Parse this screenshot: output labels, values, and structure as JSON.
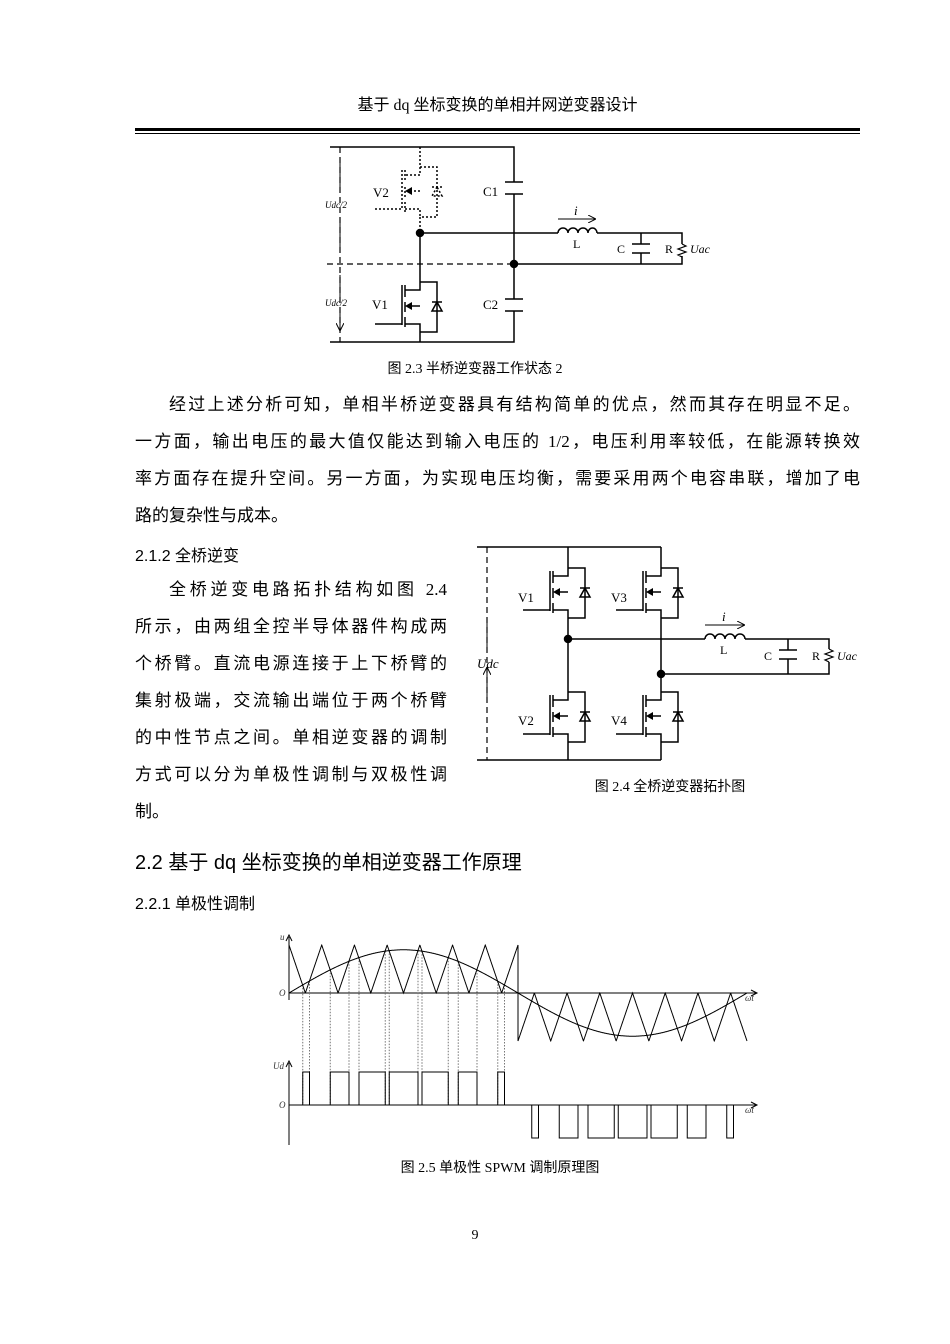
{
  "header": {
    "title": "基于 dq 坐标变换的单相并网逆变器设计"
  },
  "figure_2_3": {
    "caption": "图 2.3  半桥逆变器工作状态 2",
    "labels": {
      "v2": "V2",
      "v1": "V1",
      "c1": "C1",
      "c2": "C2",
      "udc_half_top": "Udc/2",
      "udc_half_bottom": "Udc/2",
      "i": "i",
      "l": "L",
      "c": "C",
      "r": "R",
      "uac": "Uac"
    }
  },
  "paragraph1": {
    "lines": [
      "经过上述分析可知，单相半桥逆变器具有结构简单的优点，然而其存在明显不足。",
      "一方面，输出电压的最大值仅能达到输入电压的 1/2，电压利用率较低，在能源转换效",
      "率方面存在提升空间。另一方面，为实现电压均衡，需要采用两个电容串联，增加了电",
      "路的复杂性与成本。"
    ]
  },
  "section_2_1_2": {
    "heading": "2.1.2  全桥逆变"
  },
  "paragraph2": {
    "lines": [
      "全桥逆变电路拓扑结构如图 2.4",
      "所示，由两组全控半导体器件构成两",
      "个桥臂。直流电源连接于上下桥臂的",
      "集射极端，交流输出端位于两个桥臂",
      "的中性节点之间。单相逆变器的调制",
      "方式可以分为单极性调制与双极性调",
      "制。"
    ]
  },
  "figure_2_4": {
    "caption": "图 2.4  全桥逆变器拓扑图",
    "labels": {
      "v1": "V1",
      "v2": "V2",
      "v3": "V3",
      "v4": "V4",
      "udc": "Udc",
      "i": "i",
      "l": "L",
      "c": "C",
      "r": "R",
      "uac": "Uac"
    }
  },
  "section_2_2": {
    "heading": "2.2  基于 dq 坐标变换的单相逆变器工作原理"
  },
  "section_2_2_1": {
    "heading": "2.2.1  单极性调制"
  },
  "figure_2_5": {
    "caption": "图 2.5  单极性 SPWM 调制原理图",
    "labels": {
      "u": "u",
      "origin_top": "O",
      "wt_top": "ωt",
      "ud": "Ud",
      "origin_bottom": "O",
      "wt_bottom": "ωt"
    }
  },
  "page_number": "9"
}
